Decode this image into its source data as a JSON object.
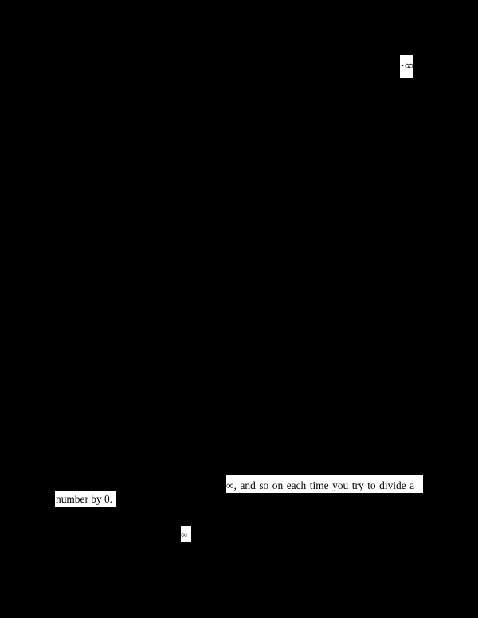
{
  "document": {
    "background_color": "#000000",
    "visible_color": "#ffffff",
    "snippets": [
      {
        "id": "snippet-1",
        "text": "·∞",
        "description": "infinity symbol near top-right of page"
      },
      {
        "id": "snippet-2",
        "text": "∞, and so on each time you try to divide a"
      },
      {
        "id": "snippet-3",
        "text": "number by 0."
      },
      {
        "id": "snippet-4",
        "text": "∞"
      }
    ]
  }
}
